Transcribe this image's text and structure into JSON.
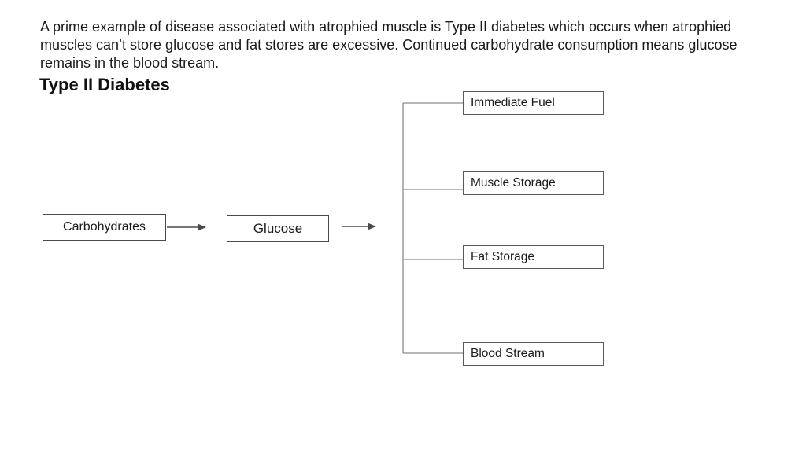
{
  "slide": {
    "intro_lines": [
      "A prime example of disease associated with atrophied muscle is Type II diabetes which occurs when atrophied",
      "muscles can’t store glucose and fat stores are excessive. Continued carbohydrate consumption means glucose",
      "remains in the blood stream."
    ],
    "heading": "Type II Diabetes"
  },
  "diagram": {
    "nodes": {
      "carbohydrates": "Carbohydrates",
      "glucose": "Glucose"
    },
    "branches": [
      "Immediate Fuel",
      "Muscle Storage",
      "Fat Storage",
      "Blood Stream"
    ],
    "flow": "Carbohydrates -> Glucose -> [Immediate Fuel, Muscle Storage, Fat Storage, Blood Stream]",
    "colors": {
      "background": "#ffffff",
      "text": "#1a1a1a",
      "box_border": "#4a4a4a",
      "branch_box_border": "#595959",
      "connector_line": "#8c8c8c",
      "arrow": "#4a4a4a"
    }
  }
}
